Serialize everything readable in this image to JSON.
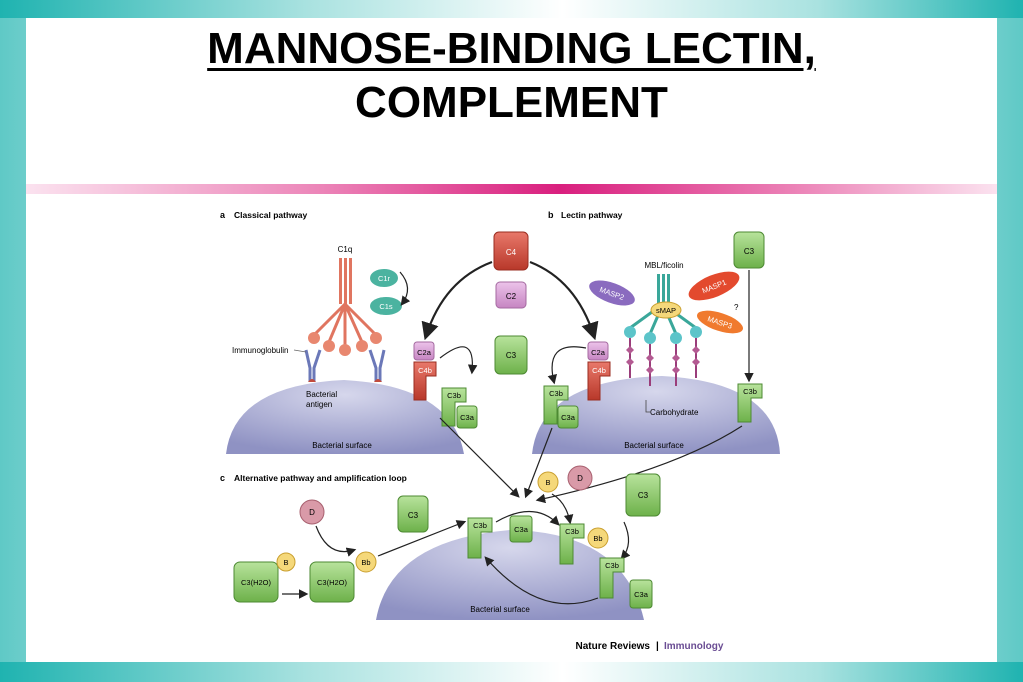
{
  "slide": {
    "title_line1": "MANNOSE-BINDING LECTIN,",
    "title_line2": "COMPLEMENT"
  },
  "figure": {
    "panel_a": {
      "letter": "a",
      "title": "Classical pathway",
      "labels": {
        "c1q": "C1q",
        "c1r": "C1r",
        "c1s": "C1s",
        "immunoglobulin": "Immunoglobulin",
        "bacterial_antigen_1": "Bacterial",
        "bacterial_antigen_2": "antigen",
        "surface": "Bacterial surface",
        "c2a": "C2a",
        "c4b": "C4b",
        "c3b": "C3b",
        "c3a": "C3a"
      }
    },
    "center": {
      "c4": "C4",
      "c2": "C2",
      "c3": "C3"
    },
    "panel_b": {
      "letter": "b",
      "title": "Lectin pathway",
      "labels": {
        "c3_top": "C3",
        "mbl": "MBL/ficolin",
        "masp1": "MASP1",
        "masp2": "MASP2",
        "masp3": "MASP3",
        "smap": "sMAP",
        "question": "?",
        "c2a": "C2a",
        "c4b": "C4b",
        "c3b_left": "C3b",
        "c3a": "C3a",
        "c3b_right": "C3b",
        "carbohydrate": "Carbohydrate",
        "surface": "Bacterial surface"
      }
    },
    "panel_c": {
      "letter": "c",
      "title": "Alternative pathway and amplification loop",
      "labels": {
        "d_left": "D",
        "b_left": "B",
        "c3h2o_1": "C3(H2O)",
        "c3h2o_2": "C3(H2O)",
        "bb_left": "Bb",
        "c3_mid": "C3",
        "c3b_mid": "C3b",
        "c3a_mid": "C3a",
        "b_right": "B",
        "d_right": "D",
        "c3_right": "C3",
        "c3b_right": "C3b",
        "bb_right": "Bb",
        "c3b_bottom": "C3b",
        "c3a_bottom": "C3a",
        "surface": "Bacterial surface"
      }
    },
    "credit": {
      "source": "Nature Reviews",
      "separator": "|",
      "journal": "Immunology"
    },
    "colors": {
      "green": "#8cc96b",
      "red": "#cf4b3c",
      "pink": "#d79ad3",
      "teal": "#3aa79a",
      "surface": "#a7a9cf",
      "yellow": "#f5d87a",
      "masp_red": "#e34a2e",
      "masp_purple": "#8a6bbf",
      "masp_orange": "#f07a2e",
      "credit_purple": "#6a4c93"
    }
  }
}
